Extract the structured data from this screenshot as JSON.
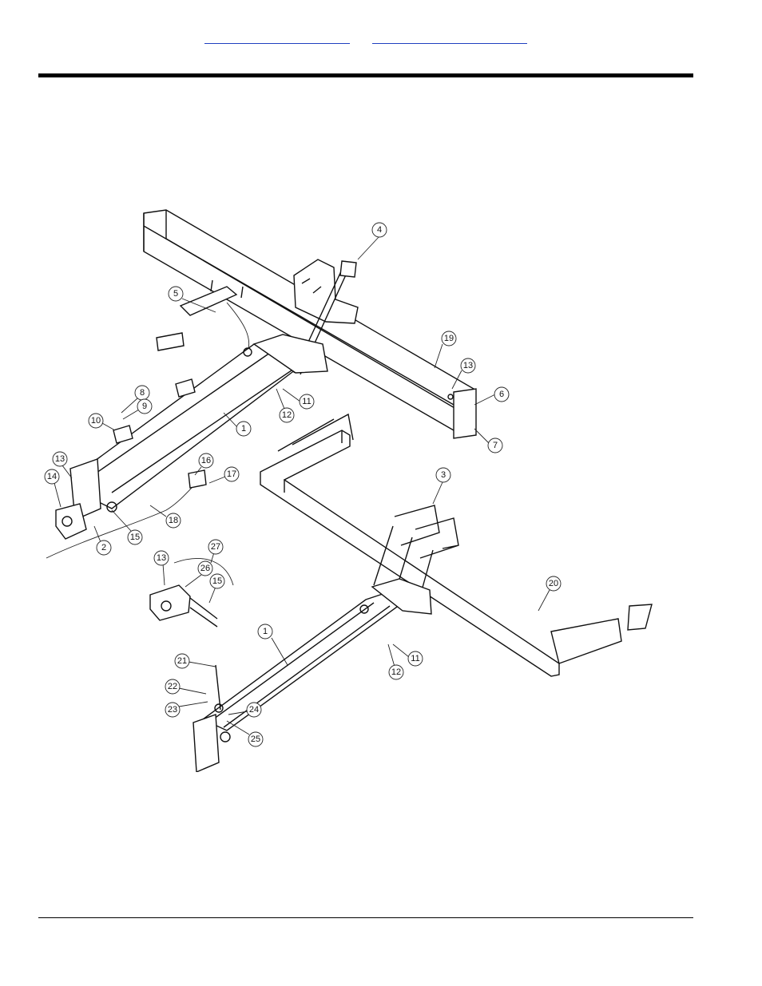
{
  "header": {
    "links": [
      "",
      ""
    ]
  },
  "diagram": {
    "callouts": [
      "4",
      "5",
      "19",
      "13",
      "6",
      "7",
      "8",
      "9",
      "10",
      "1",
      "11",
      "12",
      "13",
      "14",
      "16",
      "17",
      "18",
      "15",
      "2",
      "3",
      "27",
      "13",
      "26",
      "15",
      "20",
      "1",
      "21",
      "22",
      "23",
      "24",
      "25",
      "11",
      "12"
    ]
  }
}
